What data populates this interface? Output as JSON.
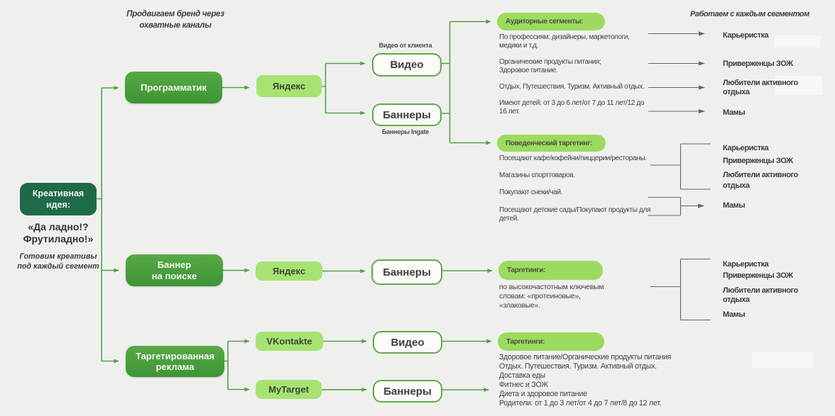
{
  "colors": {
    "background": "#eff0ee",
    "idea_box": "#1e6a49",
    "channel_box": "#489e3c",
    "platform_box": "#a7e373",
    "pill": "#9cdb5f",
    "format_box_border": "#61a74e",
    "green_connector": "#55a146",
    "gray_connector": "#646464",
    "dark_text": "#3f3f3f"
  },
  "notes": {
    "promo": "Продвигаем бренд через\nохватные каналы",
    "segments": "Работаем с каждым сегментом",
    "video_source": "Видео от клиента",
    "banners_source": "Баннеры Ingate"
  },
  "idea": {
    "title": "Креативная идея:",
    "slogan": "«Да ладно!?\nФрутиладно!»",
    "note": "Готовим креативы\nпод каждый сегмент"
  },
  "channels": {
    "programmatic": "Программатик",
    "search_banner": "Баннер\nна поиске",
    "targeted": "Таргетированная\nреклама"
  },
  "platforms": {
    "yandex_programmatic": "Яндекс",
    "yandex_search": "Яндекс",
    "vkontakte": "VKontakte",
    "mytarget": "MyTarget"
  },
  "formats": {
    "video_programmatic": "Видео",
    "banners_programmatic": "Баннеры",
    "banners_search": "Баннеры",
    "video_social": "Видео",
    "banners_social": "Баннеры"
  },
  "audience": {
    "pill": "Аудиторные сегменты:",
    "items": [
      {
        "text": "По профессиям: дизайнеры, маркетологи,\nмедики и т.д.",
        "segment": "Карьеристка"
      },
      {
        "text": "Органические продукты питания;\nЗдоровое питание.",
        "segment": "Приверженцы ЗОЖ"
      },
      {
        "text": "Отдых. Путешествия. Туризм. Активный отдых.",
        "segment": "Любители активного\nотдыха"
      },
      {
        "text": "Имеют детей: от 3 до 6 лет/от 7 до 11 лет/12 до\n16 лет.",
        "segment": "Мамы"
      }
    ]
  },
  "behavioral": {
    "pill": "Поведенческий таргетинг:",
    "items": [
      {
        "text": "Посещают кафе/кофейни/пиццерии/рестораны."
      },
      {
        "text": "Магазины спорттоваров."
      },
      {
        "text": "Покупают снеки/чай."
      },
      {
        "text": "Посещают детские сады/Покупают продукты для\nдетей."
      }
    ],
    "segments": [
      "Карьеристка",
      "Приверженцы ЗОЖ",
      "Любители активного\nотдыха",
      "Мамы"
    ]
  },
  "search_targeting": {
    "pill": "Таргетинги:",
    "text": "по высокочастотным ключевым\nсловам: «протеиновые»,\n«злаковые».",
    "segments": [
      "Карьеристка",
      "Приверженцы ЗОЖ",
      "Любители активного\nотдыха",
      "Мамы"
    ]
  },
  "social_targeting": {
    "pill": "Таргетинги:",
    "items": "Здоровое питание/Органические продукты питания\nОтдых. Путешествия. Туризм. Активный отдых.\nДоставка еды\nФитнес и ЗОЖ\nДиета и здоровое питание\nРодители: от 1 до 3 лет/от 4 до 7 лет/8 до 12 лет."
  }
}
